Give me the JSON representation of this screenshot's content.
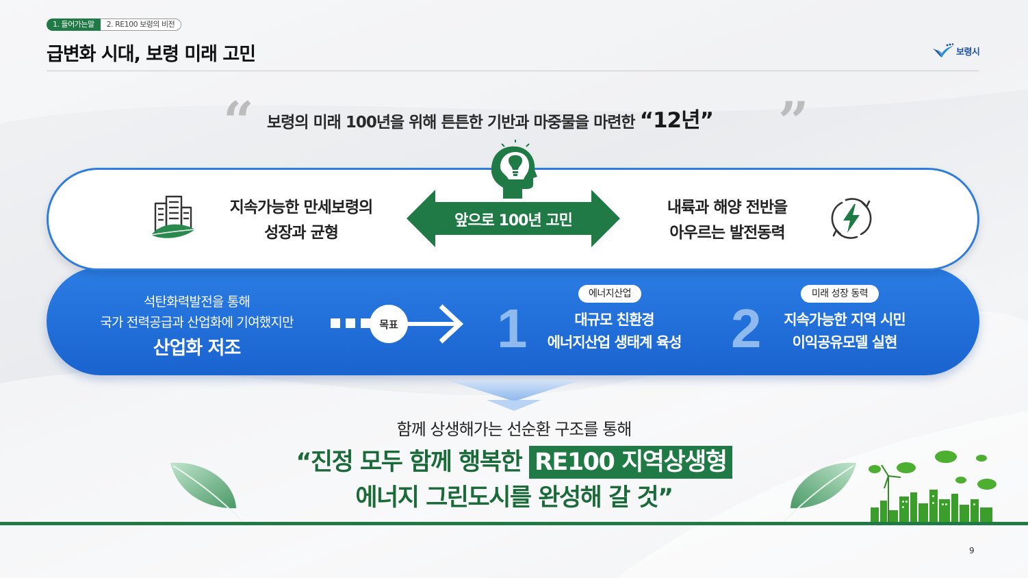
{
  "header": {
    "tab_active": "1. 들어가는말",
    "tab_inactive": "2. RE100 보령의 비전",
    "title": "급변화 시대, 보령 미래 고민",
    "logo_text": "보령시"
  },
  "quote": {
    "open_mark": "“",
    "close_mark": "”",
    "text": "보령의 미래 100년을 위해 튼튼한 기반과 마중물을 마련한 ",
    "highlight": "“12년”"
  },
  "top_pill": {
    "left_line1": "지속가능한 만세보령의",
    "left_line2": "성장과 균형",
    "center_label": "앞으로 100년 고민",
    "right_line1": "내륙과 해양 전반을",
    "right_line2": "아우르는 발전동력"
  },
  "bottom_pill": {
    "history_line1": "석탄화력발전을 통해",
    "history_line2": "국가 전력공급과 산업화에 기여했지만",
    "history_emphasis": "산업화 저조",
    "target_label": "목표",
    "goals": [
      {
        "number": "1",
        "badge": "에너지산업",
        "line1": "대규모 친환경",
        "line2": "에너지산업 생태계 육성"
      },
      {
        "number": "2",
        "badge": "미래 성장 동력",
        "line1": "지속가능한 지역 시민",
        "line2": "이익공유모델 실현"
      }
    ]
  },
  "conclusion": {
    "lead": "함께 상생해가는 선순환 구조를 통해",
    "line1_pre": "“진정 모두 함께 행복한 ",
    "line1_boxed": "RE100 지역상생형",
    "line2": "에너지 그린도시를 완성해 갈 것”"
  },
  "page_number": "9",
  "colors": {
    "brand_green": "#1f7a45",
    "brand_blue": "#1a63d0",
    "light_blue_number": "#8fbaf0"
  },
  "icons": [
    "building-leaf-icon",
    "head-lightbulb-icon",
    "power-cycle-icon",
    "leaf-icon",
    "green-city-icon",
    "logo-icon"
  ]
}
